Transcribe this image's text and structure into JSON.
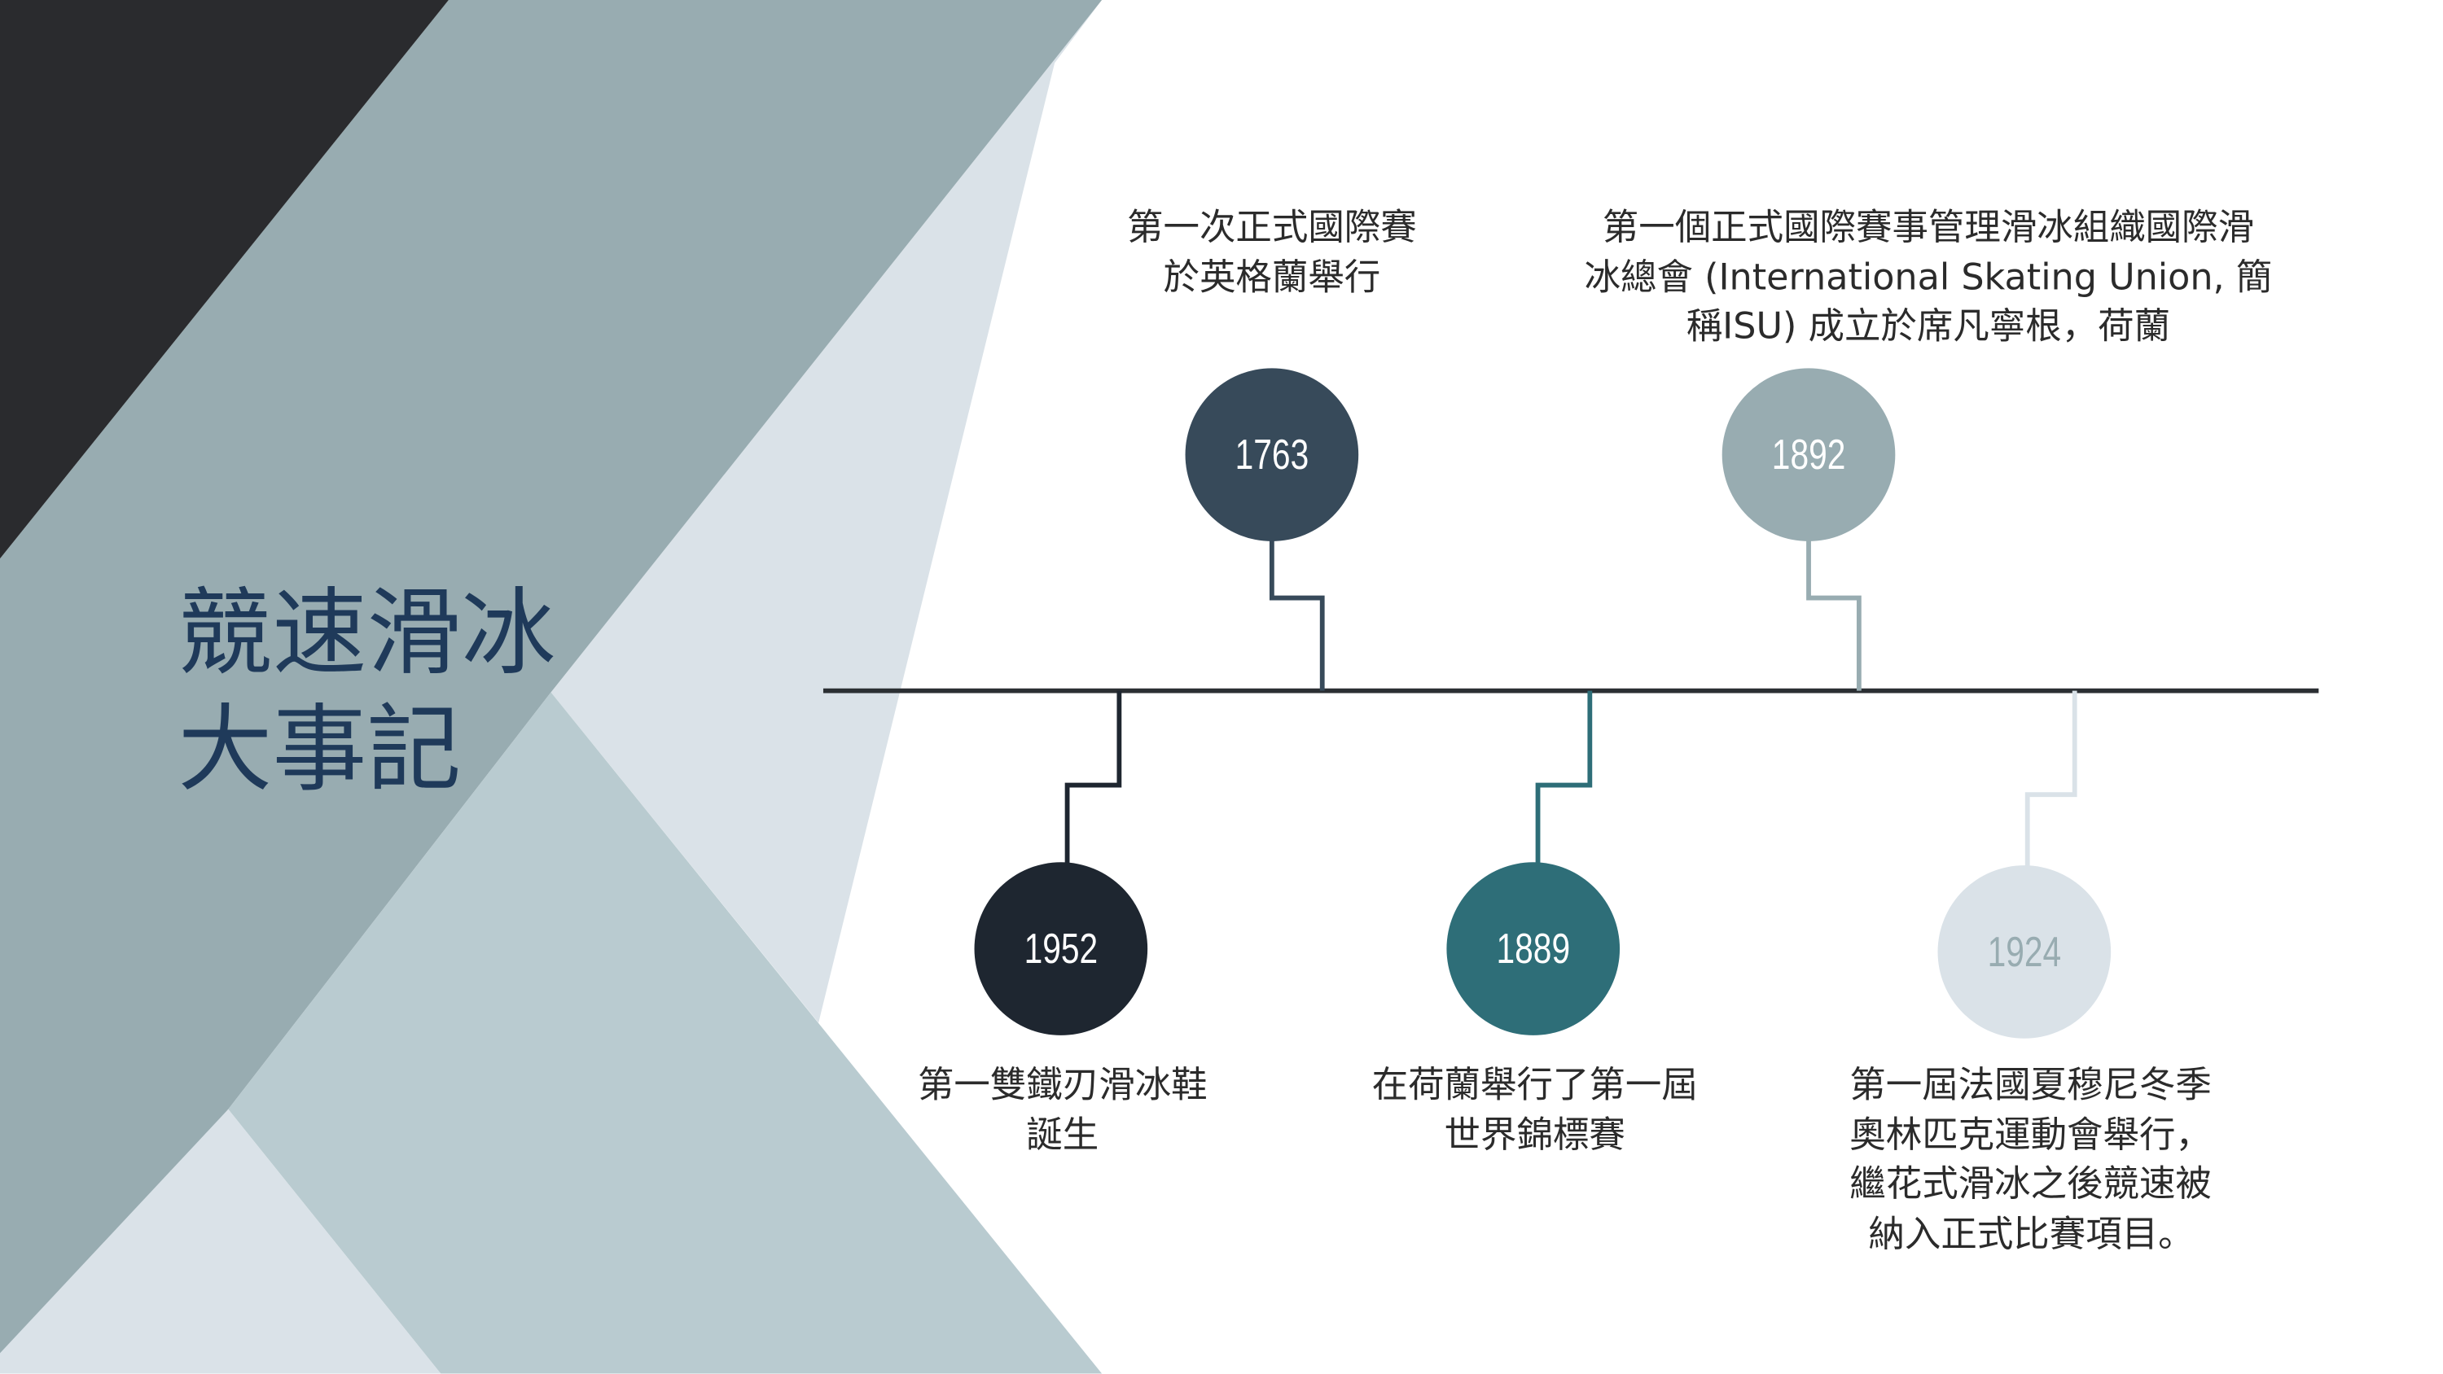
{
  "title": {
    "line1": "競速滑冰",
    "line2": "大事記"
  },
  "colors": {
    "title": "#1f3a5a",
    "timeline": "#2b2f33",
    "dark": "#2a2b2e",
    "gray": "#98acb1",
    "light": "#b9cbd0",
    "pale": "#dae2e8"
  },
  "events": [
    {
      "year": "1763",
      "color": "#374a5a",
      "text_color": "#ffffff",
      "lines": [
        "第一次正式國際賽",
        "於英格蘭舉行"
      ]
    },
    {
      "year": "1892",
      "color": "#98acb1",
      "text_color": "#ffffff",
      "lines": [
        "第一個正式國際賽事管理滑冰組織國際滑",
        "冰總會 (International Skating Union, 簡",
        "稱ISU) 成立於席凡寧根，荷蘭"
      ]
    },
    {
      "year": "1952",
      "color": "#1e2630",
      "text_color": "#ffffff",
      "lines": [
        "第一雙鐵刃滑冰鞋",
        "誕生"
      ]
    },
    {
      "year": "1889",
      "color": "#2e6e78",
      "text_color": "#ffffff",
      "lines": [
        "在荷蘭舉行了第一屆",
        "世界錦標賽"
      ]
    },
    {
      "year": "1924",
      "color": "#dae2e8",
      "text_color": "#98acb1",
      "lines": [
        "第一屆法國夏穆尼冬季",
        "奧林匹克運動會舉行，",
        "繼花式滑冰之後競速被",
        "納入正式比賽項目。"
      ]
    }
  ]
}
